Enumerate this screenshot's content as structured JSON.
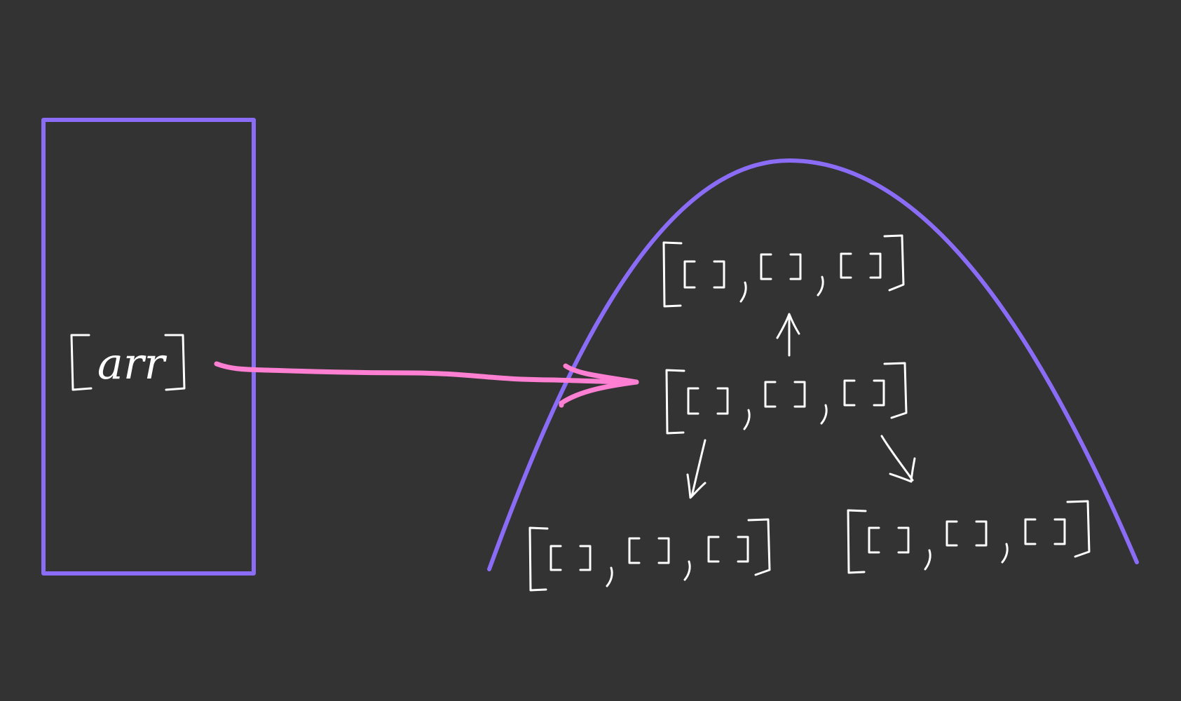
{
  "colors": {
    "background": "#333333",
    "container_outline": "#8b6cf7",
    "pointer_arrow": "#ff7fd3",
    "ink": "#ffffff"
  },
  "left_box": {
    "label": "arr"
  },
  "heap": {
    "nodes": [
      {
        "id": "top",
        "items": [
          "[]",
          "[]",
          "[]"
        ]
      },
      {
        "id": "middle",
        "items": [
          "[]",
          "[]",
          "[]"
        ]
      },
      {
        "id": "bottom-left",
        "items": [
          "[]",
          "[]",
          "[]"
        ]
      },
      {
        "id": "bottom-right",
        "items": [
          "[]",
          "[]",
          "[]"
        ]
      }
    ],
    "edges": [
      {
        "from": "middle",
        "to": "top"
      },
      {
        "from": "middle",
        "to": "bottom-left"
      },
      {
        "from": "middle",
        "to": "bottom-right"
      }
    ]
  },
  "pointer": {
    "from": "left_box.label",
    "to": "heap.nodes.middle"
  }
}
